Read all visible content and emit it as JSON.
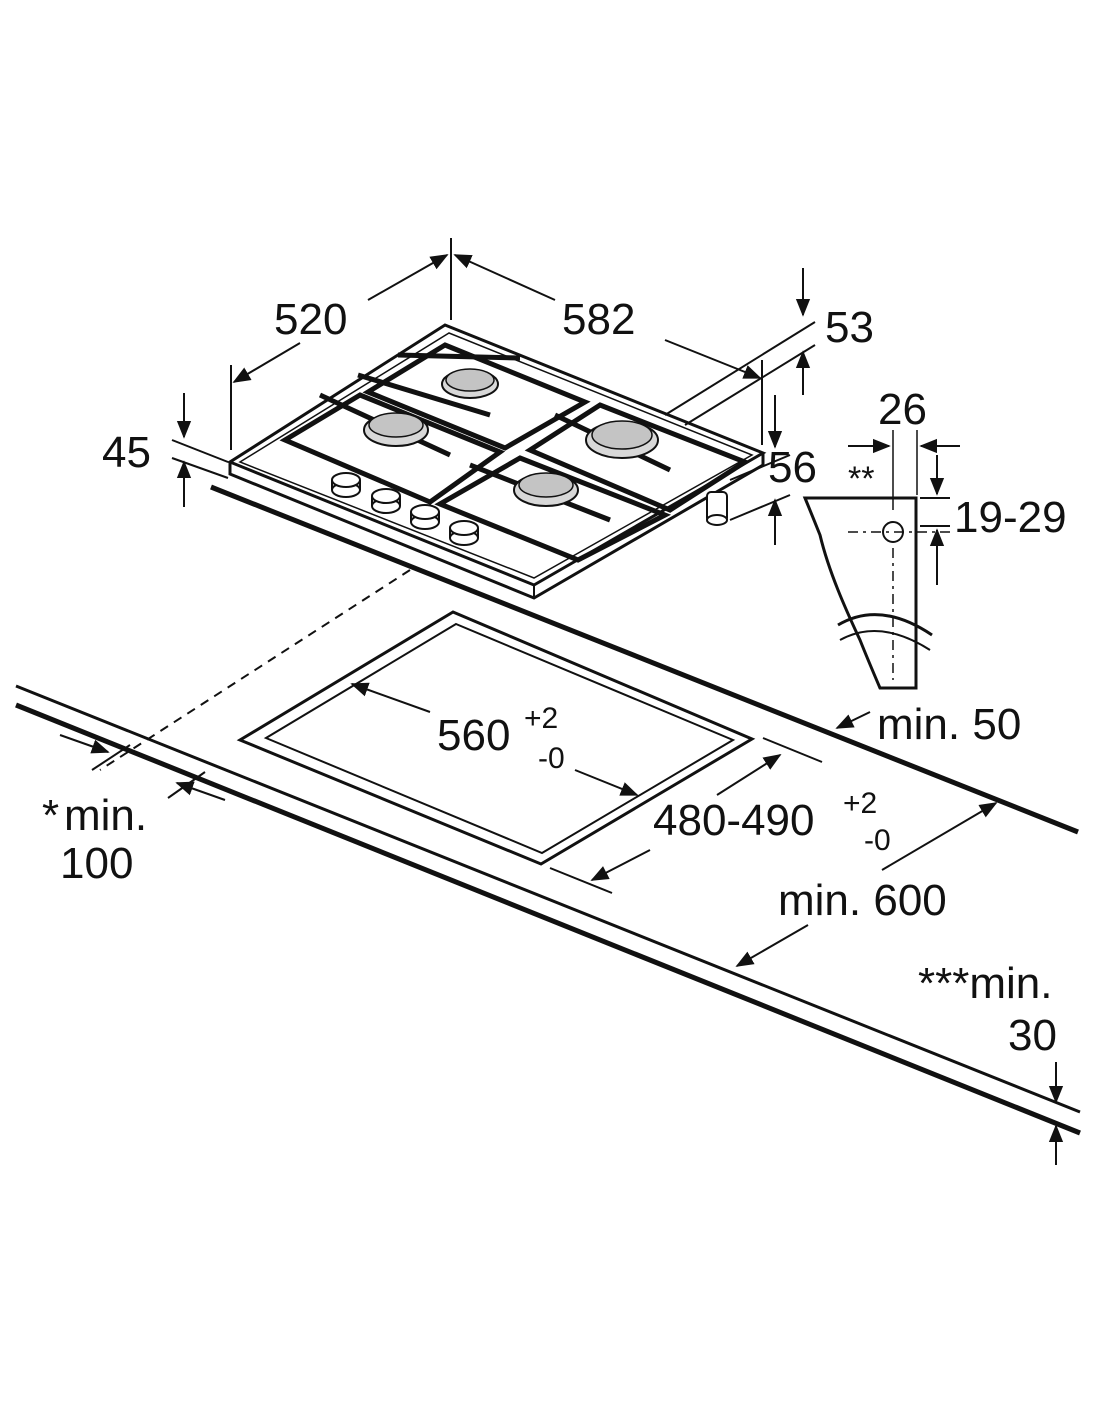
{
  "dimensions": {
    "depth": "520",
    "width": "582",
    "height_total": "45",
    "rear_height": "53",
    "connector_height": "56",
    "bracket_width": "26",
    "bracket_note": "**",
    "worktop_thickness": "19-29",
    "cutout_width": "560",
    "cutout_width_tol_plus": "+2",
    "cutout_width_tol_minus": "-0",
    "cutout_depth": "480-490",
    "cutout_depth_tol_plus": "+2",
    "cutout_depth_tol_minus": "-0",
    "min_50": "min. 50",
    "min_100_prefix": "*",
    "min_100_line1": "min.",
    "min_100_line2": "100",
    "min_600": "min. 600",
    "min_30_line1": "***min.",
    "min_30_line2": "30"
  }
}
